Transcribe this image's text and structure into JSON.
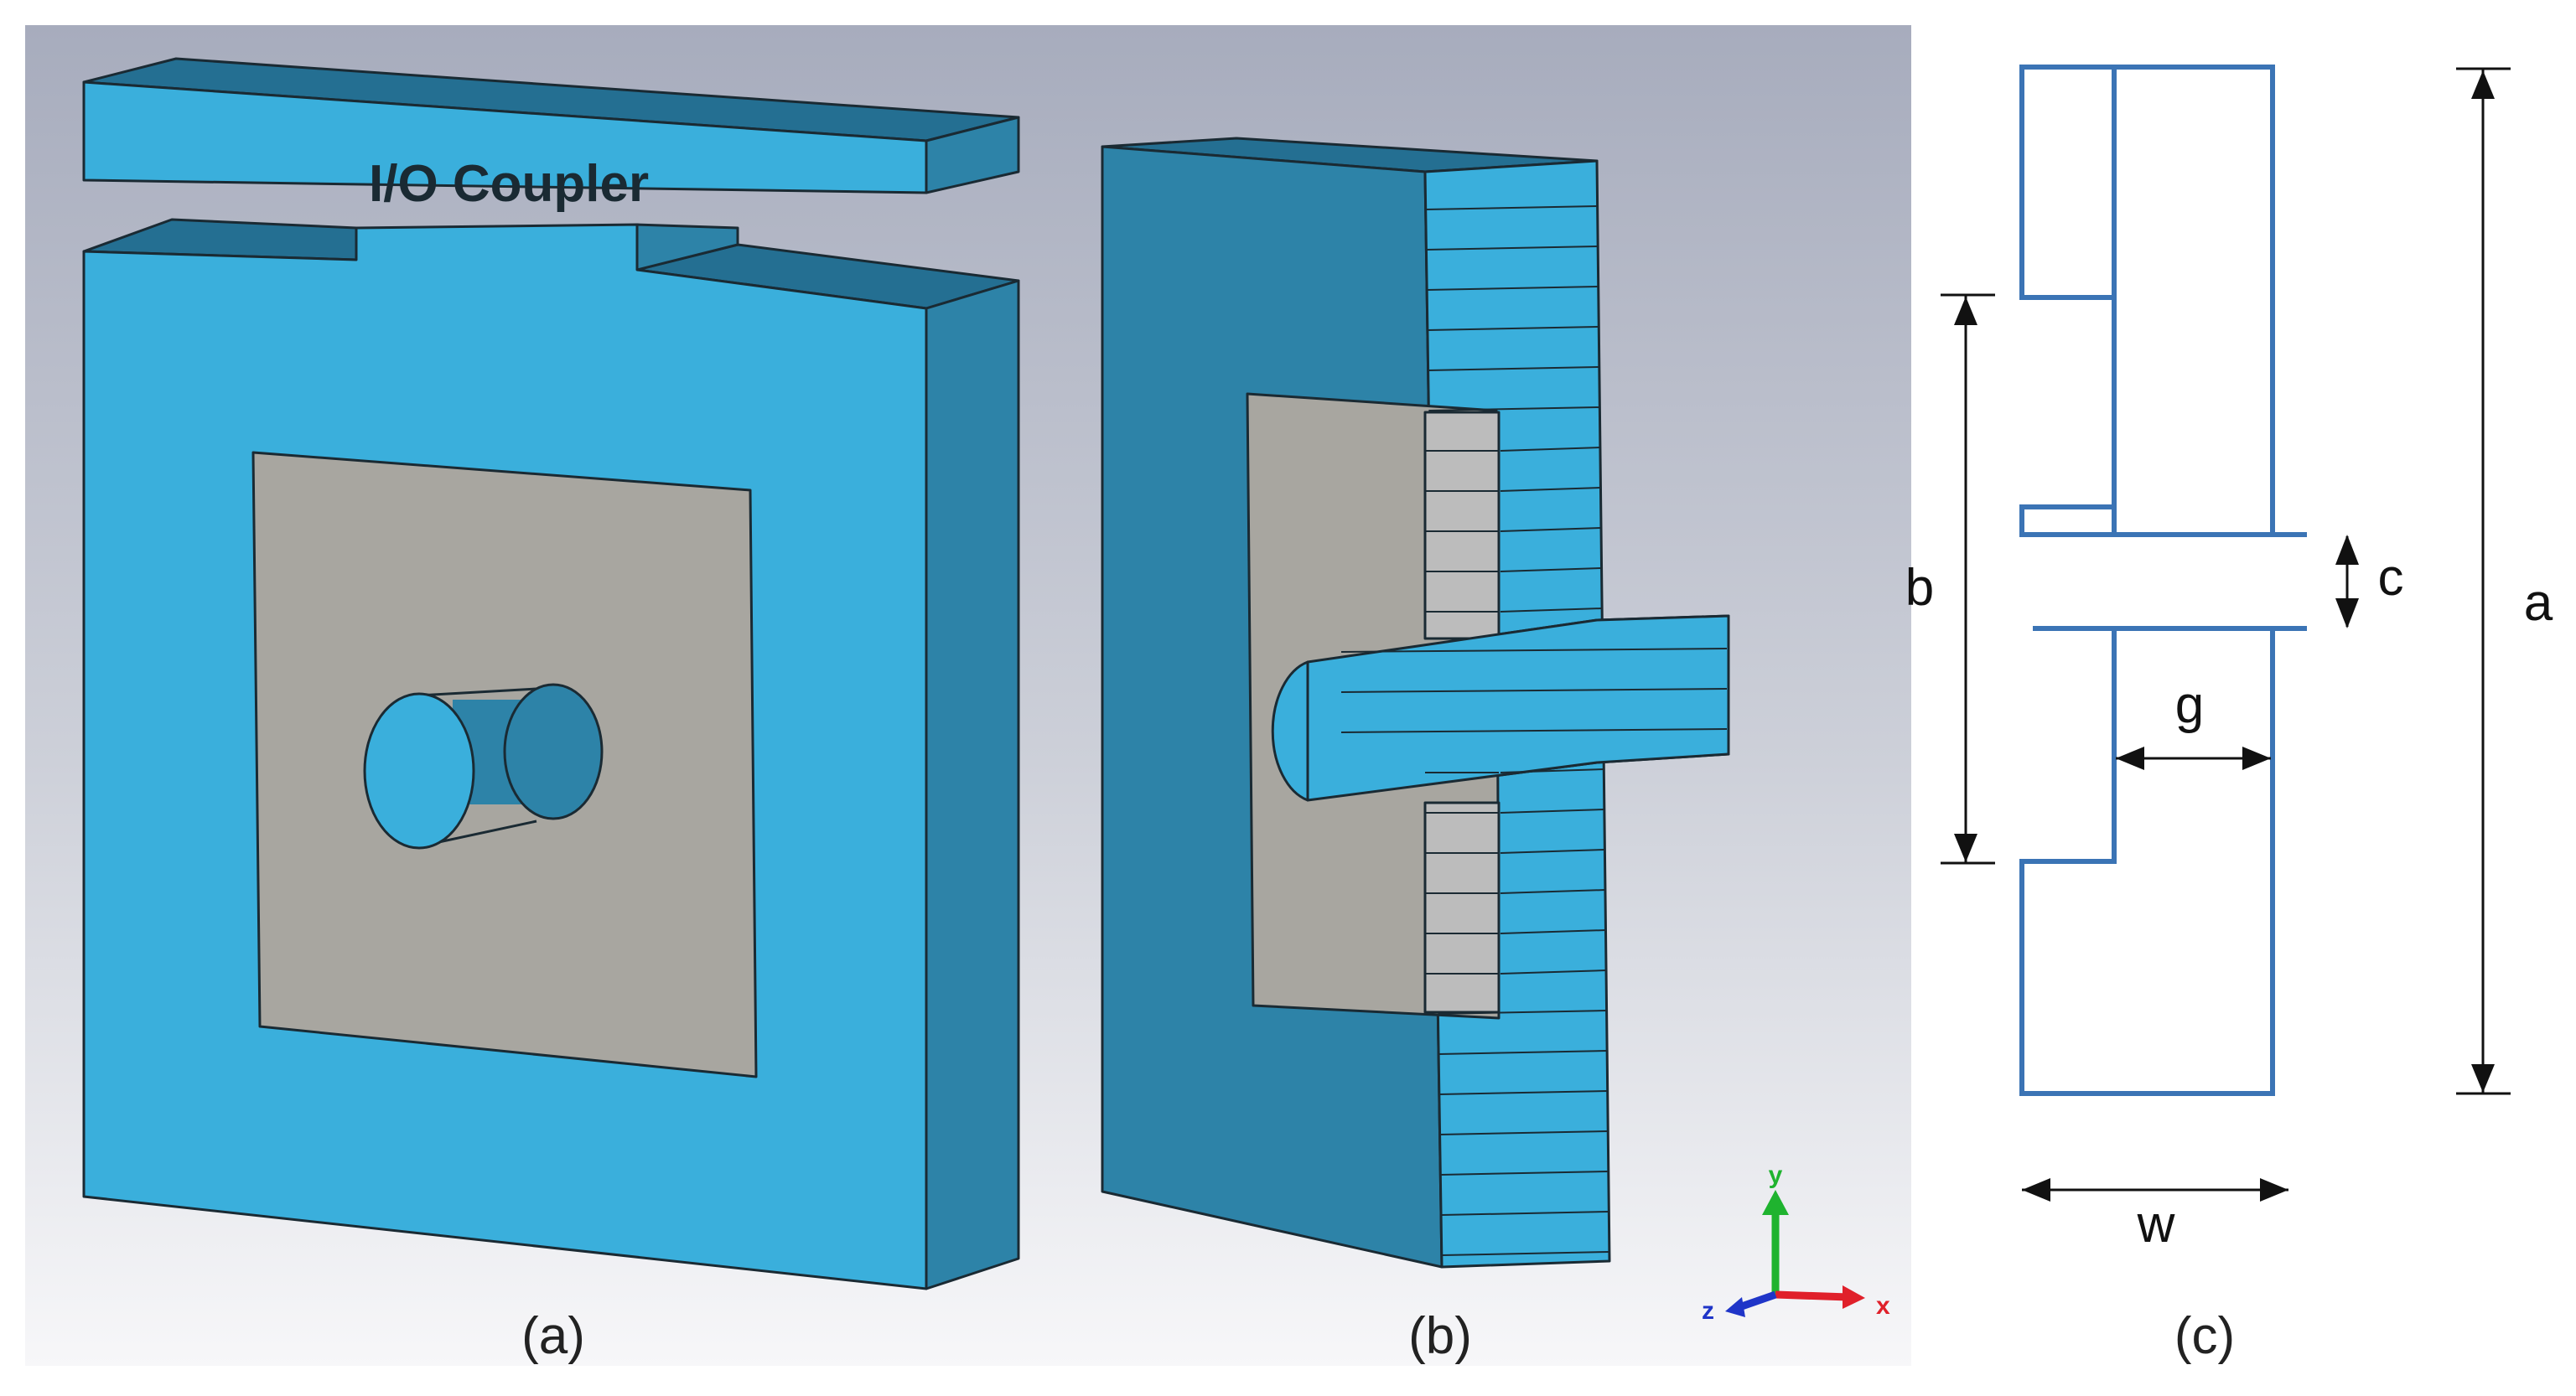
{
  "panel_a": {
    "caption": "(a)",
    "coupler_label": "I/O Coupler",
    "colors": {
      "front": "#3aafdc",
      "side": "#2d83a8",
      "top": "#246f92",
      "cavity": "#a8a6a0"
    }
  },
  "panel_b": {
    "caption": "(b)",
    "axes": {
      "x": "x",
      "y": "y",
      "z": "z"
    },
    "axis_colors": {
      "x": "#e0202a",
      "y": "#1fb32f",
      "z": "#1f35c8"
    }
  },
  "panel_c": {
    "caption": "(c)",
    "dimensions": {
      "a": "a",
      "b": "b",
      "c": "c",
      "g": "g",
      "w": "w"
    },
    "outline_color": "#3b74b5"
  }
}
